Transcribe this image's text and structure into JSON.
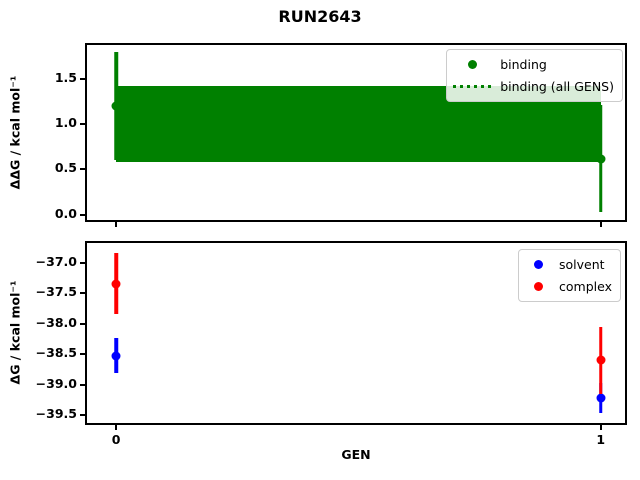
{
  "figure": {
    "title": "RUN2643",
    "background": "#ffffff"
  },
  "chart_data": [
    {
      "type": "scatter",
      "subplot": "top",
      "title": "RUN2643",
      "xlabel": "",
      "ylabel": "ΔΔG / kcal mol⁻¹",
      "x": [
        0,
        1
      ],
      "xlim": [
        -0.06,
        1.05
      ],
      "ylim": [
        -0.06,
        1.88
      ],
      "yticks": [
        1.5,
        1.0,
        0.5,
        0.0
      ],
      "ytick_labels": [
        "1.5",
        "1.0",
        "0.5",
        "0.0"
      ],
      "xticks": [
        0,
        1
      ],
      "xtick_labels": [],
      "grid": false,
      "legend_position": "upper right",
      "series": [
        {
          "name": "binding",
          "color": "#008000",
          "marker": "circle",
          "values": [
            1.2,
            0.62
          ],
          "yerr": [
            0.6,
            0.59
          ]
        }
      ],
      "band": {
        "name": "binding (all GENS)",
        "style": "dotted",
        "color": "#008000",
        "center": 1.0,
        "lo": 0.58,
        "hi": 1.42
      }
    },
    {
      "type": "scatter",
      "subplot": "bottom",
      "title": "",
      "xlabel": "GEN",
      "ylabel": "ΔG / kcal mol⁻¹",
      "x": [
        0,
        1
      ],
      "xlim": [
        -0.06,
        1.05
      ],
      "ylim": [
        -39.63,
        -36.67
      ],
      "yticks": [
        -37.0,
        -37.5,
        -38.0,
        -38.5,
        -39.0,
        -39.5
      ],
      "ytick_labels": [
        "−37.0",
        "−37.5",
        "−38.0",
        "−38.5",
        "−39.0",
        "−39.5"
      ],
      "xticks": [
        0,
        1
      ],
      "xtick_labels": [
        "0",
        "1"
      ],
      "grid": false,
      "legend_position": "upper right",
      "series": [
        {
          "name": "solvent",
          "color": "#0000ff",
          "marker": "circle",
          "values": [
            -38.52,
            -39.22
          ],
          "yerr": [
            0.29,
            0.24
          ]
        },
        {
          "name": "complex",
          "color": "#ff0000",
          "marker": "circle",
          "values": [
            -37.34,
            -38.6
          ],
          "yerr": [
            0.5,
            0.55
          ]
        }
      ]
    }
  ]
}
